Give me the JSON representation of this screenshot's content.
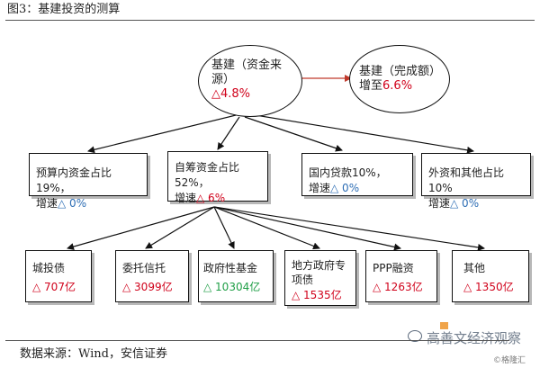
{
  "figure": {
    "title": "图3：基建投资的测算",
    "source": "数据来源：Wind，安信证券"
  },
  "root": {
    "line1": "基建（资金来",
    "line2": "源）",
    "delta": "△4.8%"
  },
  "side": {
    "line1": "基建（完成额）",
    "prefix": "增至",
    "value": "6.6%"
  },
  "level2": [
    {
      "line1": "预算内资金占比19%，",
      "prefix": "增速",
      "value": "△ 0%"
    },
    {
      "line1": "自筹资金占比52%，",
      "prefix": "增速",
      "value": "△ 6%"
    },
    {
      "line1": "国内贷款10%，",
      "prefix": "增速",
      "value": "△ 0%"
    },
    {
      "line1": "外资和其他占比10%",
      "prefix": "增速",
      "value": "△ 0%"
    }
  ],
  "level3": [
    {
      "label": "城投债",
      "value": "△ 707亿"
    },
    {
      "label": "委托信托",
      "value": "△ 3099亿"
    },
    {
      "label": "政府性基金",
      "value": "△ 10304亿"
    },
    {
      "label": "地方政府专项债",
      "value": "△ 1535亿"
    },
    {
      "label": "PPP融资",
      "value": "△ 1263亿"
    },
    {
      "label": "其他",
      "value": "△ 1350亿"
    }
  ],
  "watermark": {
    "main": "高善文经济观察",
    "corner": "©格隆汇"
  },
  "colors": {
    "increase": "#d0021b",
    "flat": "#2e6eb5",
    "fund": "#1f9e46",
    "arrow": "#c0392b"
  }
}
